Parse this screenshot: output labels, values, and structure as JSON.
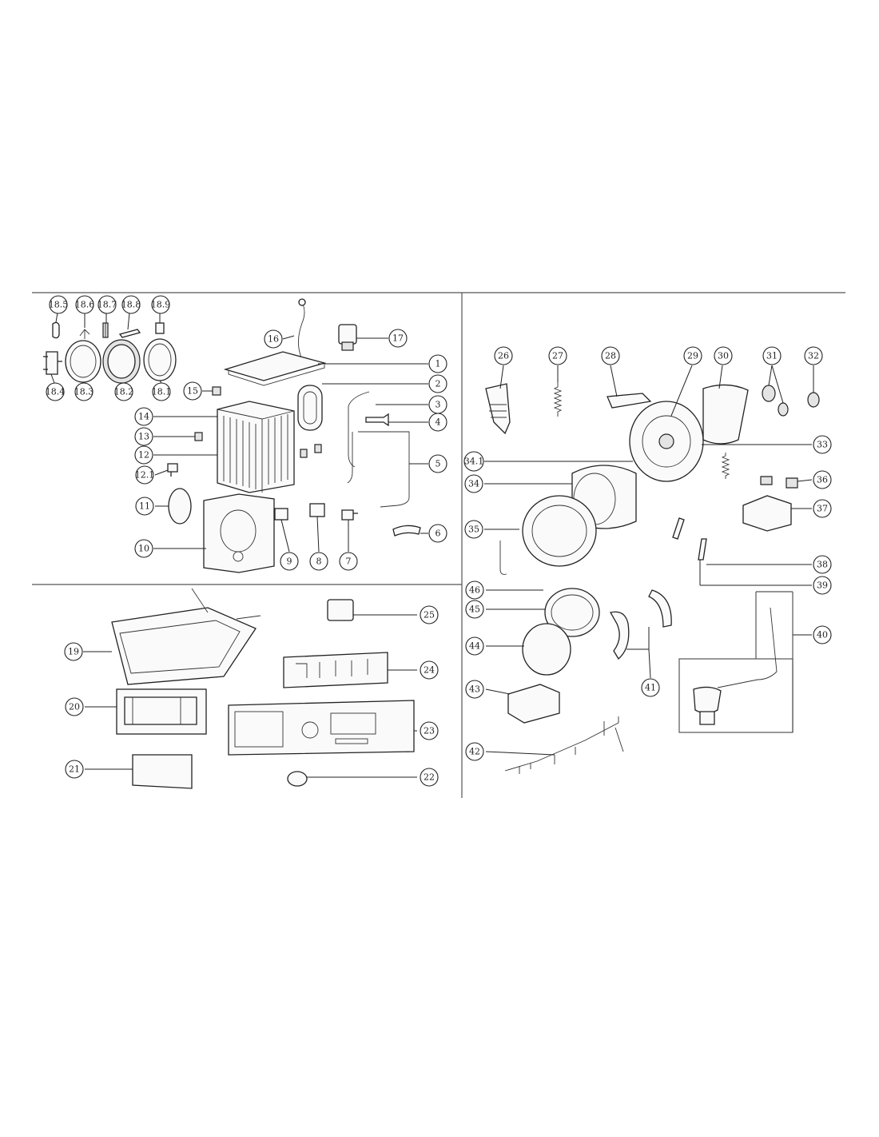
{
  "title": "",
  "callouts": {
    "p18_5": "18.5",
    "p18_6": "18.6",
    "p18_7": "18.7",
    "p18_8": "18.8",
    "p18_9": "18.9",
    "p18_4": "18.4",
    "p18_3": "18.3",
    "p18_2": "18.2",
    "p18_1": "18.1",
    "p16": "16",
    "p17": "17",
    "p1": "1",
    "p2": "2",
    "p3": "3",
    "p4": "4",
    "p5": "5",
    "p6": "6",
    "p7": "7",
    "p8": "8",
    "p9": "9",
    "p10": "10",
    "p11": "11",
    "p12": "12",
    "p12_1": "12.1",
    "p13": "13",
    "p14": "14",
    "p15": "15",
    "p19": "19",
    "p20": "20",
    "p21": "21",
    "p22": "22",
    "p23": "23",
    "p24": "24",
    "p25": "25",
    "p26": "26",
    "p27": "27",
    "p28": "28",
    "p29": "29",
    "p30": "30",
    "p31": "31",
    "p32": "32",
    "p33": "33",
    "p34_1": "34.1",
    "p34": "34",
    "p35": "35",
    "p36": "36",
    "p37": "37",
    "p38": "38",
    "p39": "39",
    "p40": "40",
    "p41": "41",
    "p42": "42",
    "p43": "43",
    "p44": "44",
    "p45": "45",
    "p46": "46"
  }
}
